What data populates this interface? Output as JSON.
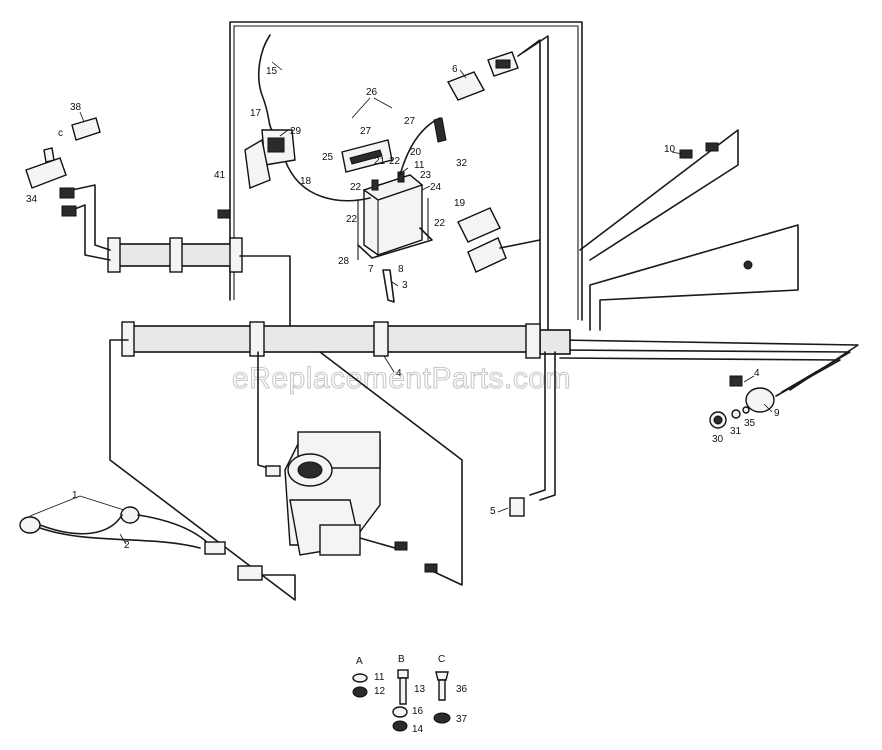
{
  "watermark": "eReplacementParts.com",
  "labels": [
    {
      "id": "15",
      "text": "15"
    },
    {
      "id": "26",
      "text": "26"
    },
    {
      "id": "6",
      "text": "6"
    },
    {
      "id": "38",
      "text": "38"
    },
    {
      "id": "17",
      "text": "17"
    },
    {
      "id": "29",
      "text": "29"
    },
    {
      "id": "27a",
      "text": "27"
    },
    {
      "id": "27b",
      "text": "27"
    },
    {
      "id": "c",
      "text": "c"
    },
    {
      "id": "25",
      "text": "25"
    },
    {
      "id": "21",
      "text": "21"
    },
    {
      "id": "22a",
      "text": "22"
    },
    {
      "id": "20",
      "text": "20"
    },
    {
      "id": "11a",
      "text": "11"
    },
    {
      "id": "32",
      "text": "32"
    },
    {
      "id": "10",
      "text": "10"
    },
    {
      "id": "23",
      "text": "23"
    },
    {
      "id": "41",
      "text": "41"
    },
    {
      "id": "18",
      "text": "18"
    },
    {
      "id": "22b",
      "text": "22"
    },
    {
      "id": "24",
      "text": "24"
    },
    {
      "id": "34",
      "text": "34"
    },
    {
      "id": "19",
      "text": "19"
    },
    {
      "id": "22c",
      "text": "22"
    },
    {
      "id": "22d",
      "text": "22"
    },
    {
      "id": "28",
      "text": "28"
    },
    {
      "id": "7",
      "text": "7"
    },
    {
      "id": "8",
      "text": "8"
    },
    {
      "id": "3",
      "text": "3"
    },
    {
      "id": "4a",
      "text": "4"
    },
    {
      "id": "4b",
      "text": "4"
    },
    {
      "id": "9",
      "text": "9"
    },
    {
      "id": "30",
      "text": "30"
    },
    {
      "id": "31",
      "text": "31"
    },
    {
      "id": "35",
      "text": "35"
    },
    {
      "id": "1",
      "text": "1"
    },
    {
      "id": "2",
      "text": "2"
    },
    {
      "id": "5",
      "text": "5"
    },
    {
      "id": "hdrA",
      "text": "A"
    },
    {
      "id": "hdrB",
      "text": "B"
    },
    {
      "id": "hdrC",
      "text": "C"
    },
    {
      "id": "11b",
      "text": "11"
    },
    {
      "id": "12",
      "text": "12"
    },
    {
      "id": "13",
      "text": "13"
    },
    {
      "id": "36",
      "text": "36"
    },
    {
      "id": "16",
      "text": "16"
    },
    {
      "id": "14",
      "text": "14"
    },
    {
      "id": "37",
      "text": "37"
    }
  ]
}
